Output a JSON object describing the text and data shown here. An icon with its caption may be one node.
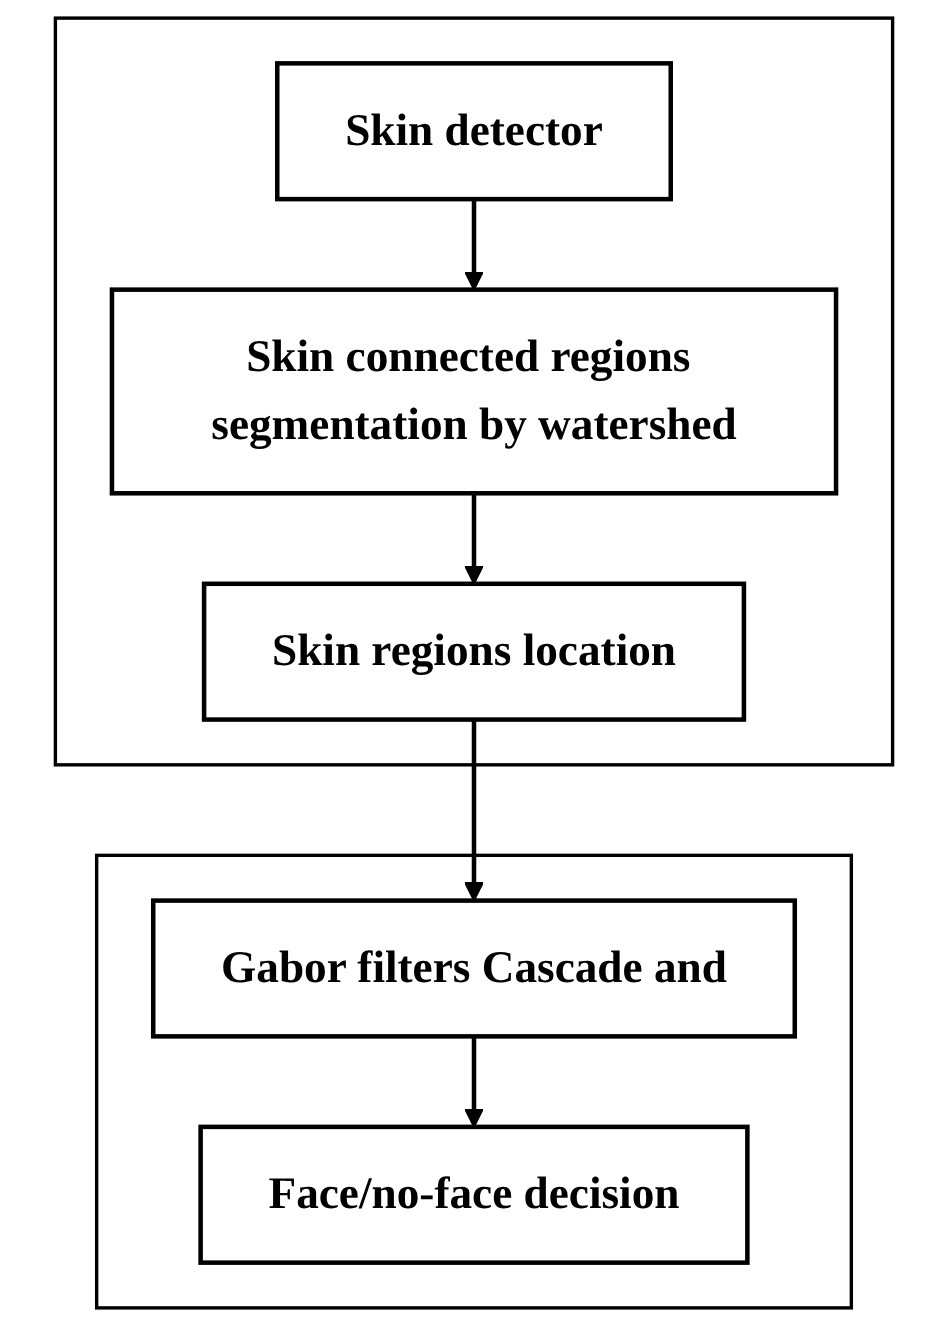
{
  "diagram": {
    "nodes": [
      {
        "text": [],
        "shape": "box"
      },
      {
        "text": [
          "Skin detector"
        ],
        "in": 0
      },
      {
        "text": [
          "Skin connected regions segmentation by watershed"
        ],
        "in": 0
      },
      {
        "text": [
          "Skin regions location"
        ],
        "in": 0
      },
      {
        "text": [],
        "shape": "box"
      },
      {
        "text": [
          "Gabor filters Cascade and"
        ],
        "in": 4
      },
      {
        "text": [
          "Face/no-face decision"
        ],
        "in": 4
      }
    ],
    "edges": [
      {
        "from": 1,
        "to": 2,
        "arrow": "to"
      },
      {
        "from": 2,
        "to": 3,
        "arrow": "to"
      },
      {
        "from": 3,
        "to": 5,
        "arrow": "to"
      },
      {
        "from": 5,
        "to": 6,
        "arrow": "to"
      }
    ]
  }
}
